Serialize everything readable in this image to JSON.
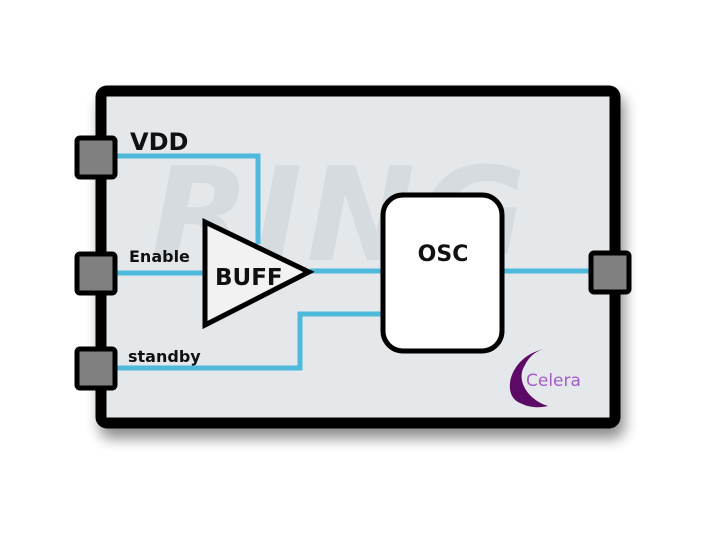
{
  "diagram": {
    "watermark": "RING",
    "colors": {
      "background": "#e4e8eb",
      "border": "#000000",
      "wire": "#4fb9dc",
      "port": "#808080",
      "logo_crescent": "#5c0a66",
      "logo_text": "#a45cc8"
    },
    "ports": {
      "vdd": "VDD",
      "enable": "Enable",
      "standby": "standby",
      "output": ""
    },
    "blocks": {
      "buffer": "BUFF",
      "oscillator": "OSC"
    },
    "logo": {
      "text": "Celera"
    }
  }
}
